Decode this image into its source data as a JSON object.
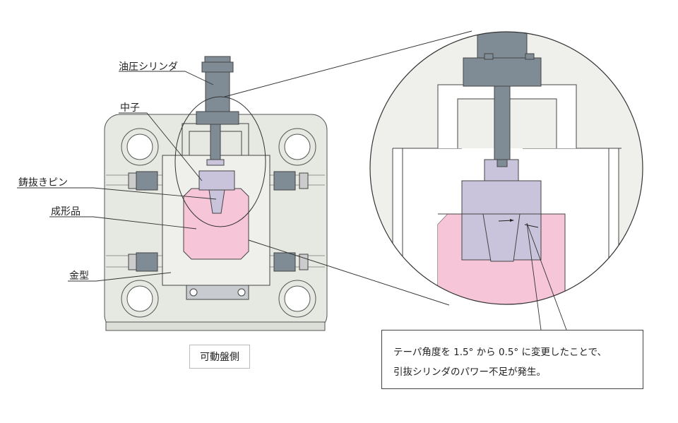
{
  "labels": {
    "cylinder": "油圧シリンダ",
    "core": "中子",
    "pin": "鋳抜きピン",
    "product": "成形品",
    "mold": "金型"
  },
  "caption": "可動盤側",
  "note": {
    "line1": "テーパ角度を 1.5° から 0.5° に変更したことで、",
    "line2": "引抜シリンダのパワー不足が発生。"
  },
  "colors": {
    "pink": "#f6c6d8",
    "lavender": "#c9c4dc",
    "steel": "#7f8c95",
    "frame": "#e6e8e2",
    "mold": "#efefec"
  }
}
